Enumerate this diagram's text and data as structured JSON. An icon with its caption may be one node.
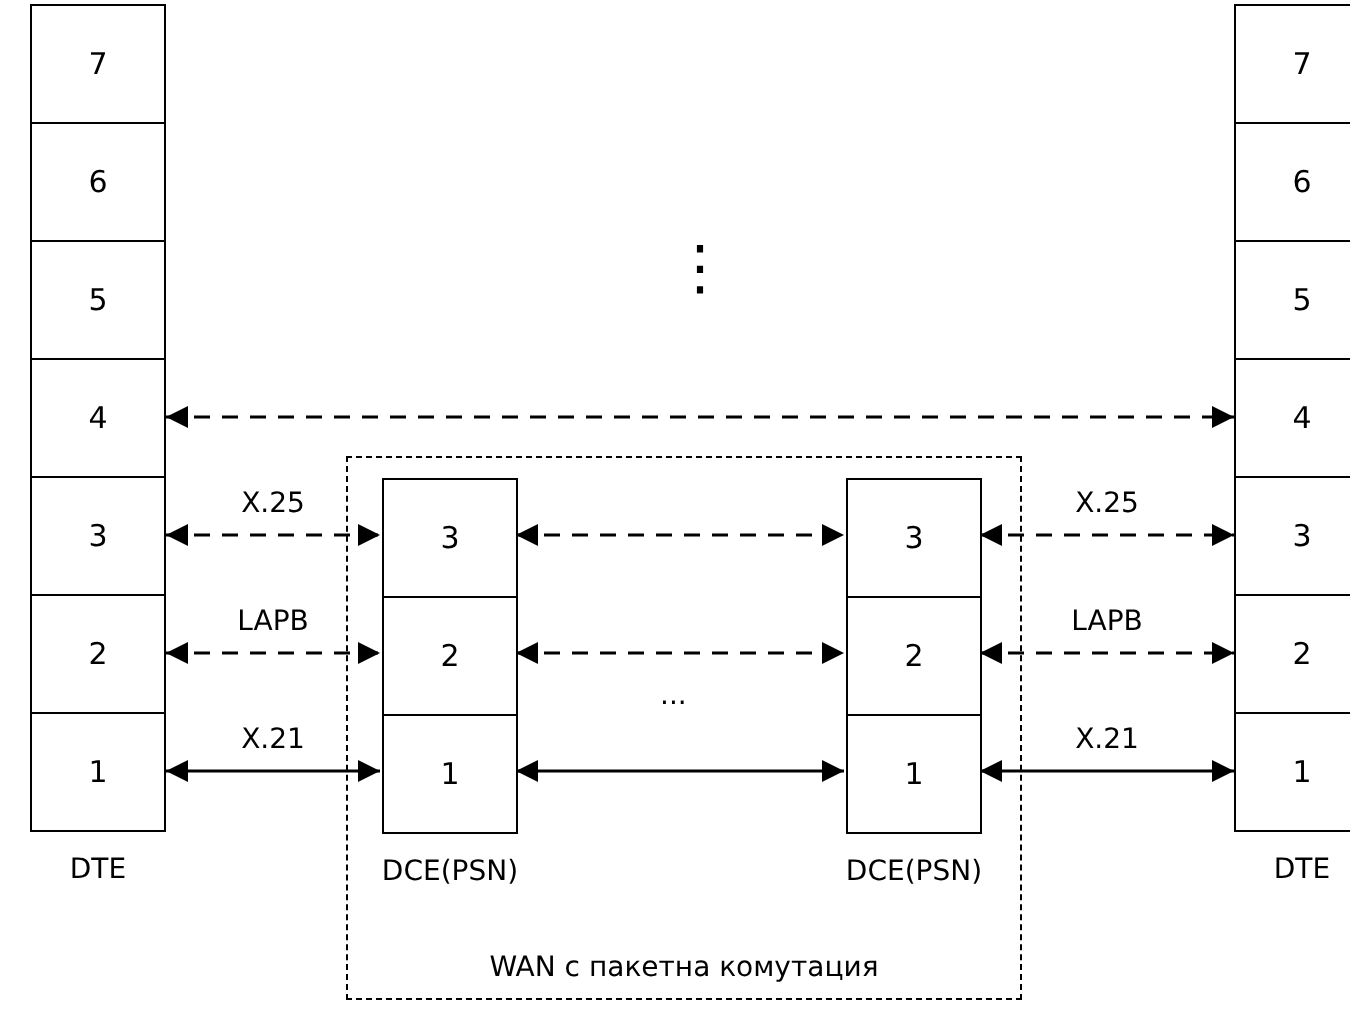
{
  "diagram": {
    "nodes": [
      {
        "text": [
          "DTE"
        ]
      },
      {
        "text": [
          "7"
        ],
        "in": 0
      },
      {
        "text": [
          "6"
        ],
        "in": 0
      },
      {
        "text": [
          "5"
        ],
        "in": 0
      },
      {
        "text": [
          "4"
        ],
        "in": 0
      },
      {
        "text": [
          "3"
        ],
        "in": 0
      },
      {
        "text": [
          "2"
        ],
        "in": 0
      },
      {
        "text": [
          "1"
        ],
        "in": 0
      },
      {
        "text": [
          "WAN с пакетна комутация"
        ]
      },
      {
        "text": [
          "DCE(PSN)"
        ],
        "in": 8
      },
      {
        "text": [
          "3"
        ],
        "in": 9
      },
      {
        "text": [
          "2"
        ],
        "in": 9
      },
      {
        "text": [
          "1"
        ],
        "in": 9
      },
      {
        "text": [
          "DCE(PSN)"
        ],
        "in": 8
      },
      {
        "text": [
          "3"
        ],
        "in": 13
      },
      {
        "text": [
          "2"
        ],
        "in": 13
      },
      {
        "text": [
          "1"
        ],
        "in": 13
      },
      {
        "text": [
          "DTE"
        ]
      },
      {
        "text": [
          "7"
        ],
        "in": 17
      },
      {
        "text": [
          "6"
        ],
        "in": 17
      },
      {
        "text": [
          "5"
        ],
        "in": 17
      },
      {
        "text": [
          "4"
        ],
        "in": 17
      },
      {
        "text": [
          "3"
        ],
        "in": 17
      },
      {
        "text": [
          "2"
        ],
        "in": 17
      },
      {
        "text": [
          "1"
        ],
        "in": 17
      }
    ],
    "edges": [
      {
        "from": 4,
        "to": 21,
        "arrow": "both",
        "style": "dashed"
      },
      {
        "from": 5,
        "to": 10,
        "arrow": "both",
        "style": "dashed",
        "label": "X.25"
      },
      {
        "from": 6,
        "to": 11,
        "arrow": "both",
        "style": "dashed",
        "label": "LAPB"
      },
      {
        "from": 7,
        "to": 12,
        "arrow": "both",
        "label": "X.21"
      },
      {
        "from": 10,
        "to": 14,
        "arrow": "both",
        "style": "dashed"
      },
      {
        "from": 11,
        "to": 15,
        "arrow": "both",
        "style": "dashed"
      },
      {
        "from": 12,
        "to": 16,
        "arrow": "both"
      },
      {
        "from": 14,
        "to": 22,
        "arrow": "both",
        "style": "dashed",
        "label": "X.25"
      },
      {
        "from": 15,
        "to": 23,
        "arrow": "both",
        "style": "dashed",
        "label": "LAPB"
      },
      {
        "from": 16,
        "to": 24,
        "arrow": "both",
        "label": "X.21"
      }
    ],
    "labels": [
      "⋮",
      "..."
    ]
  }
}
